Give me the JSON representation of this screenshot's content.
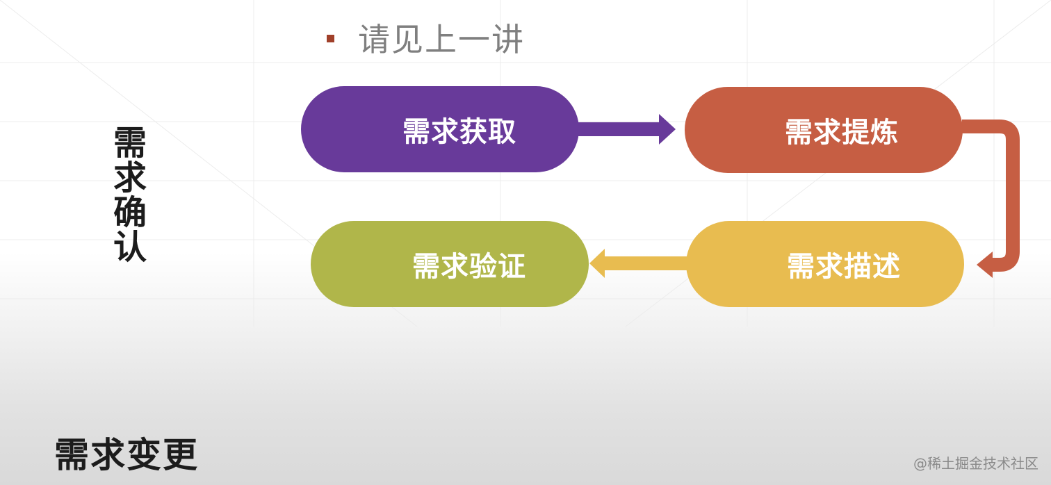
{
  "slide": {
    "bullet_text": "请见上一讲",
    "side_title": "需求确认",
    "bottom_title": "需求变更",
    "watermark": "@稀土掘金技术社区"
  },
  "diagram": {
    "steps": [
      {
        "label": "需求获取",
        "color": "#683a9a"
      },
      {
        "label": "需求提炼",
        "color": "#c65e43"
      },
      {
        "label": "需求描述",
        "color": "#e8bc50"
      },
      {
        "label": "需求验证",
        "color": "#b0b64a"
      }
    ],
    "connections": [
      {
        "from": "需求获取",
        "to": "需求提炼",
        "color": "#683a9a"
      },
      {
        "from": "需求提炼",
        "to": "需求描述",
        "color": "#c65e43"
      },
      {
        "from": "需求描述",
        "to": "需求验证",
        "color": "#e8bc50"
      }
    ]
  },
  "colors": {
    "bullet_marker": "#a0402a",
    "bullet_text": "#7f7f7f",
    "title_text": "#1c1c1c"
  }
}
